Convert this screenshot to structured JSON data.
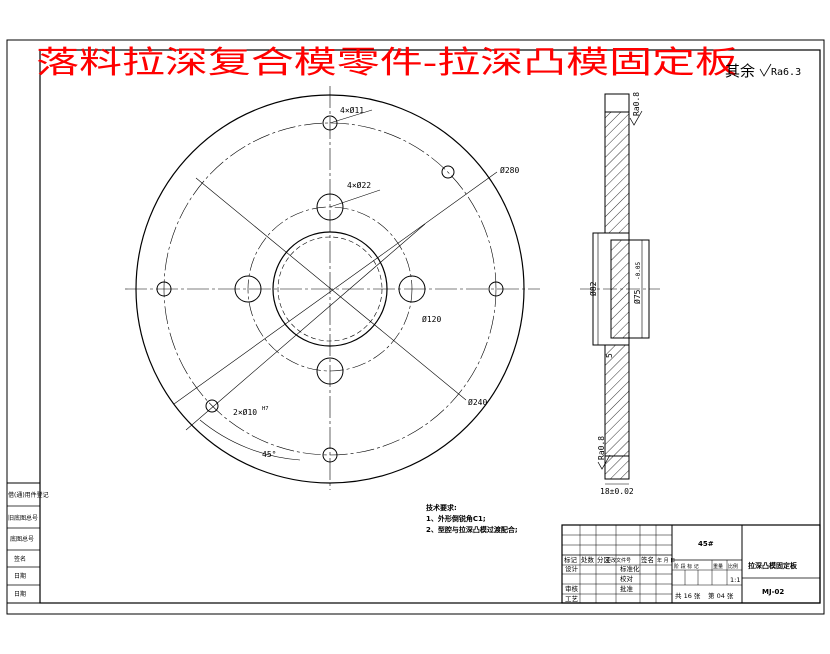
{
  "header": {
    "title": "落料拉深复合模零件-拉深凸模固定板",
    "roughness_prefix": "其余",
    "roughness_value": "Ra6.3"
  },
  "front_view": {
    "hole_label_top": "4×Ø11",
    "hole_label_mid": "4×Ø22",
    "dia_280": "Ø280",
    "dia_120": "Ø120",
    "dia_240": "Ø240",
    "pin_label": "2×Ø10",
    "pin_tol": "H7",
    "angle": "45°"
  },
  "section_view": {
    "rough_top": "Ra0.8",
    "rough_bottom": "Ra0.8",
    "dia_82": "Ø82",
    "dia_75": "Ø75",
    "dia_75_tol": "-0.05",
    "step": "5",
    "thickness": "18±0.02"
  },
  "notes": {
    "heading": "技术要求:",
    "line1": "1、外形倒锐角C1;",
    "line2": "2、型腔与拉深凸模过渡配合;"
  },
  "left_strip": {
    "c1": "借(通)用件登记",
    "c2": "旧底图总号",
    "c3": "底图总号",
    "c4": "签名",
    "c5": "日期",
    "c6": "日期"
  },
  "title_block": {
    "material": "45#",
    "part_name": "拉深凸模固定板",
    "drawing_no": "MJ-02",
    "scale": "1:1",
    "sheet_total": "共 16 张",
    "sheet_no": "第 04 张",
    "col_mark": "标记",
    "col_count": "处数",
    "col_zone": "分区",
    "col_docno": "更改文件号",
    "col_sign": "签名",
    "col_date": "年 月 日",
    "designer": "设计",
    "standard": "标准化",
    "review": "审核",
    "process": "工艺",
    "checker": "校对",
    "approve": "批准",
    "stage_mark": "阶 段 标 记",
    "weight": "重量",
    "ratio": "比例"
  }
}
